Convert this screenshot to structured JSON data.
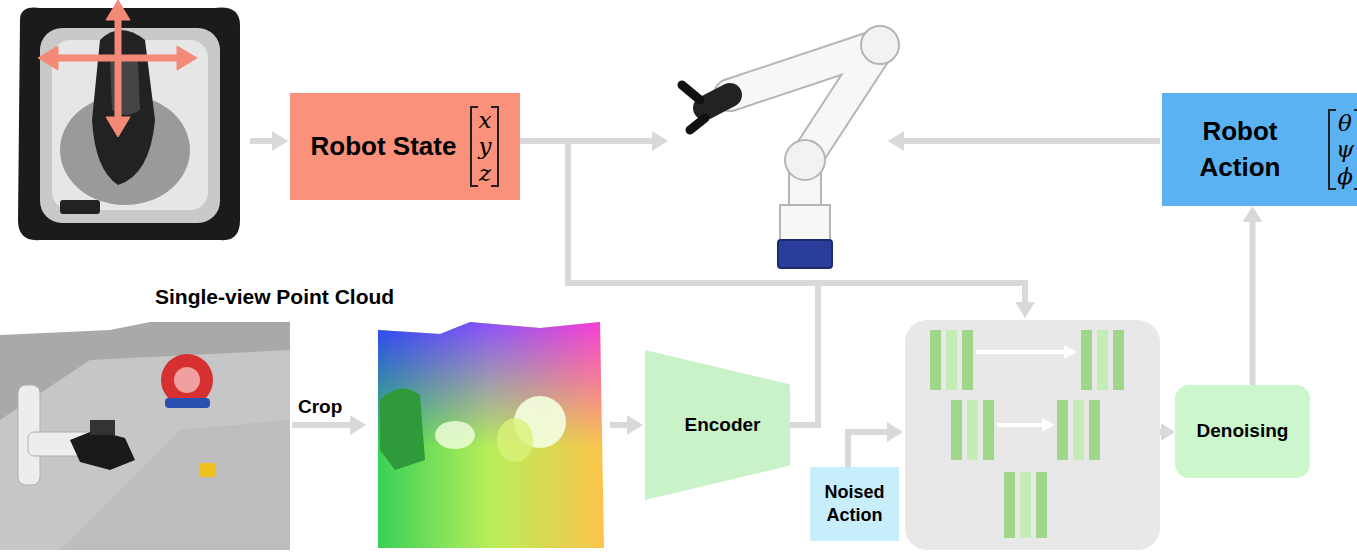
{
  "diagram": {
    "nodes": [
      {
        "text": [
          "Robot State",
          "x y z"
        ]
      },
      {
        "text": [
          "Robot Action",
          "θ ψ ϕ"
        ]
      },
      {
        "text": [
          "Encoder"
        ]
      },
      {
        "text": [
          "Noised Action"
        ]
      },
      {
        "text": [
          "Denoising"
        ]
      }
    ],
    "edges": [
      {
        "from": 4,
        "to": 1,
        "arrow": "to"
      }
    ],
    "labels": [
      "Single-view Point Cloud",
      "Crop"
    ]
  }
}
